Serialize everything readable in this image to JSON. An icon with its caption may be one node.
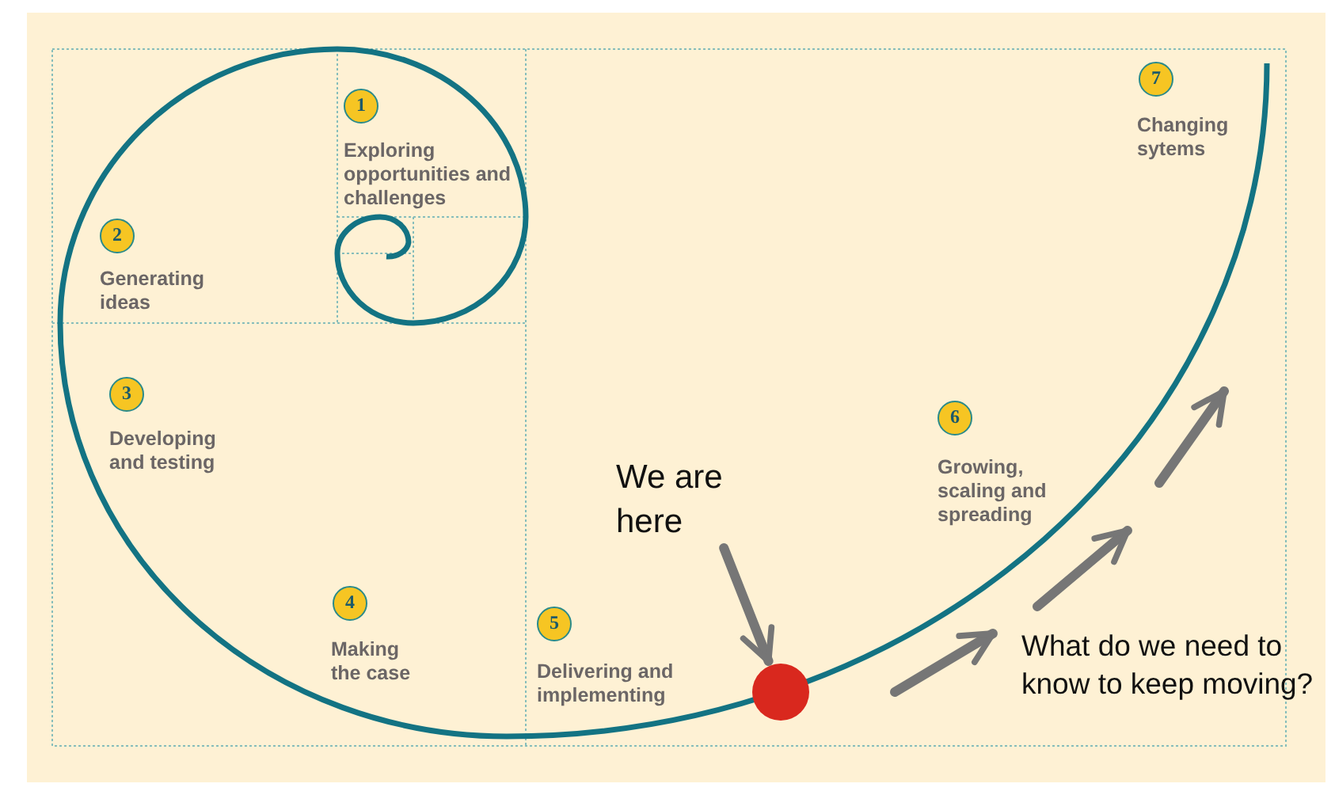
{
  "diagram": {
    "nodes": [
      {
        "text": [
          "1"
        ],
        "beside": [
          "Exploring opportunities and challenges"
        ]
      },
      {
        "text": [
          "2"
        ],
        "beside": [
          "Generating ideas"
        ]
      },
      {
        "text": [
          "3"
        ],
        "beside": [
          "Developing and testing"
        ]
      },
      {
        "text": [
          "4"
        ],
        "beside": [
          "Making the case"
        ]
      },
      {
        "text": [
          "5"
        ],
        "beside": [
          "Delivering and implementing"
        ]
      },
      {
        "text": [
          "6"
        ],
        "beside": [
          "Growing, scaling and spreading"
        ]
      },
      {
        "text": [
          "7"
        ],
        "beside": [
          "Changing sytems"
        ]
      },
      {
        "text": [
          "We are here"
        ]
      },
      {
        "text": [],
        "shape": "circle"
      }
    ],
    "edges": [
      {
        "from": 7,
        "to": 8,
        "arrow": "to"
      }
    ],
    "labels": [
      "What do we need to know to keep moving?"
    ]
  }
}
